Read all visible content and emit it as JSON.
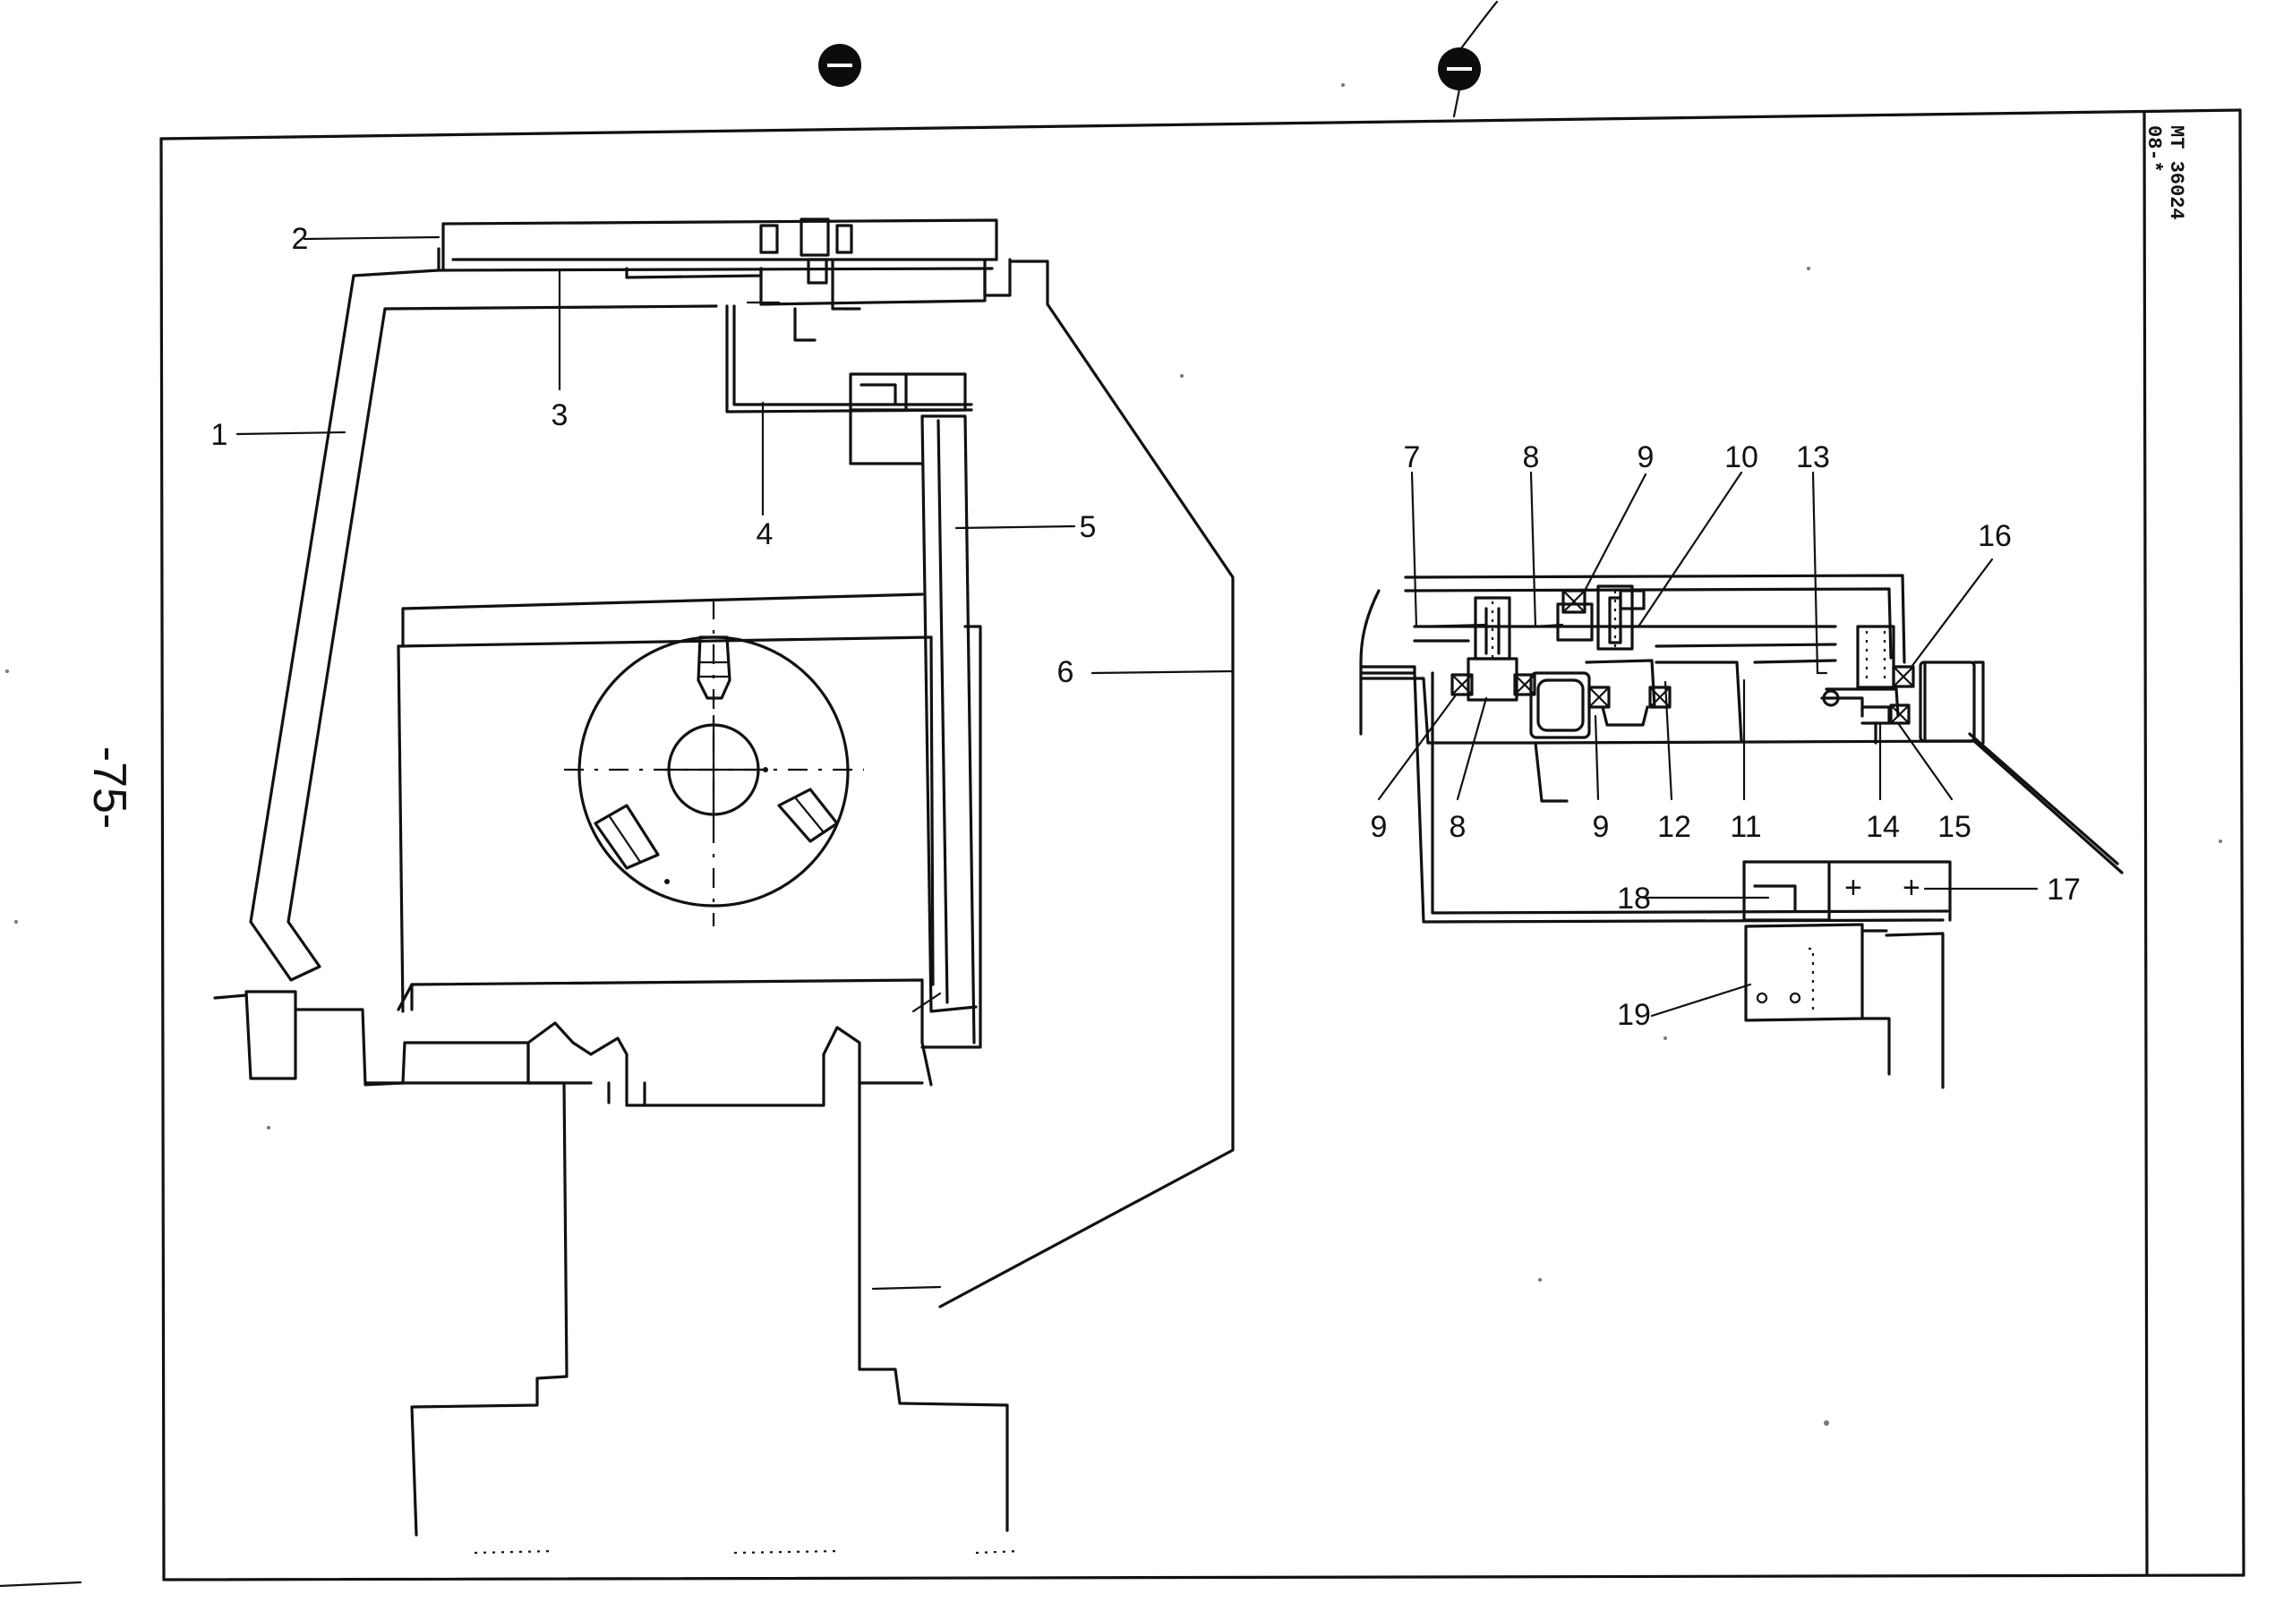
{
  "page_number": "-75-",
  "document_ref": {
    "line1": "MT 36024",
    "line2": "08-*"
  },
  "left_view": {
    "callouts": [
      "1",
      "2",
      "3",
      "4",
      "5",
      "6"
    ]
  },
  "right_view": {
    "callouts": [
      "7",
      "8",
      "9",
      "10",
      "13",
      "16",
      "9",
      "8",
      "9",
      "12",
      "11",
      "14",
      "15",
      "18",
      "17",
      "19"
    ]
  },
  "binder_marks": [
    "punch-hole-left",
    "punch-hole-right"
  ]
}
